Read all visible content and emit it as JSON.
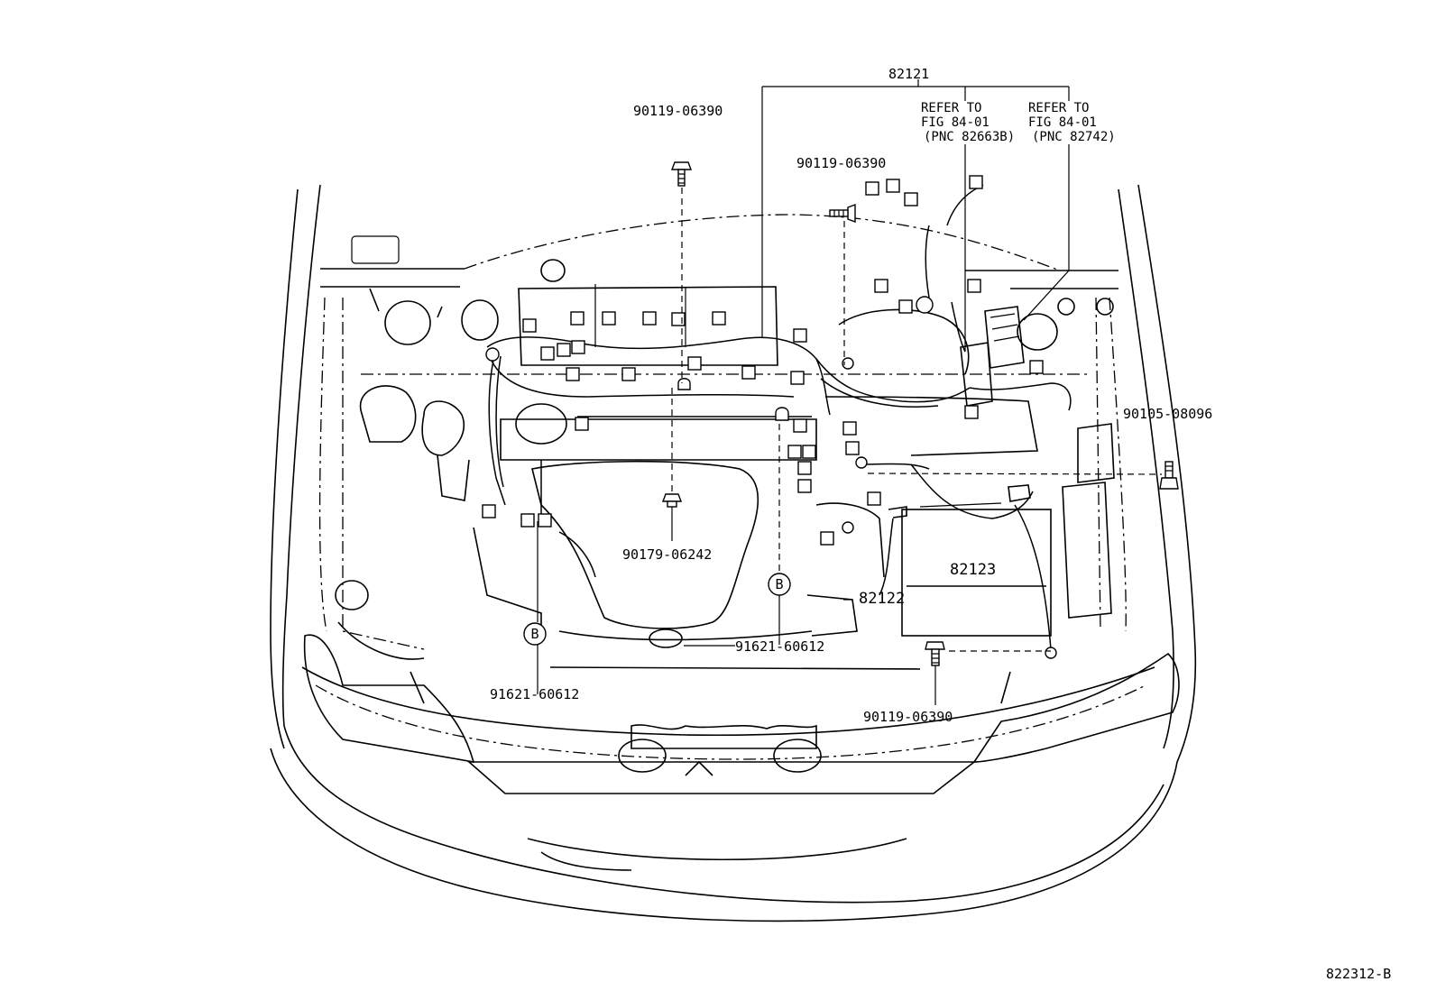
{
  "diagram": {
    "figure_code": "822312-B",
    "labels": {
      "harness_main": "82121",
      "harness_battery": "82123",
      "harness_ground": "82122",
      "bolt_top_left": "90119-06390",
      "bolt_top_mid": "90119-06390",
      "bolt_bottom": "90119-06390",
      "bolt_right": "90105-08096",
      "nut_center": "90179-06242",
      "clamp_left": "91621-60612",
      "clamp_center": "91621-60612",
      "marker_b": "B"
    },
    "refer_left": {
      "line1": "REFER TO",
      "line2": "FIG 84-01",
      "line3": "(PNC 82663B)"
    },
    "refer_right": {
      "line1": "REFER TO",
      "line2": "FIG 84-01",
      "line3": "(PNC 82742)"
    }
  }
}
